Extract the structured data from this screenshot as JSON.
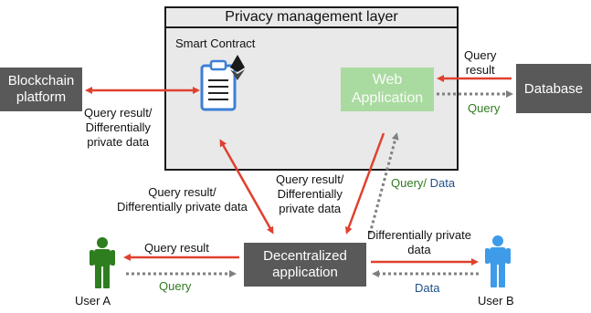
{
  "layer": {
    "title": "Privacy management layer",
    "smart_contract_label": "Smart Contract"
  },
  "nodes": {
    "web_application": "Web Application",
    "blockchain_platform_line1": "Blockchain",
    "blockchain_platform_line2": "platform",
    "database": "Database",
    "dapp_line1": "Decentralized",
    "dapp_line2": "application",
    "user_a": "User A",
    "user_b": "User B"
  },
  "labels": {
    "bc_sc_line1": "Query result/",
    "bc_sc_line2": "Differentially",
    "bc_sc_line3": "private data",
    "db_query_result_line1": "Query",
    "db_query_result_line2": "result",
    "db_query": "Query",
    "sc_dapp_line1": "Query result/",
    "sc_dapp_line2": "Differentially private data",
    "web_dapp_line1": "Query result/",
    "web_dapp_line2": "Differentially",
    "web_dapp_line3": "private data",
    "query_part": "Query",
    "slash": "/ ",
    "data_part": "Data",
    "user_a_query_result": "Query result",
    "user_a_query": "Query",
    "user_b_dp_line1": "Differentially private",
    "user_b_dp_line2": "data",
    "user_b_data": "Data"
  },
  "colors": {
    "arrow_red": "#e0402f",
    "arrow_dotted": "#808080",
    "user_a": "#2e7d1e",
    "user_b": "#3d9be9",
    "web_app": "#a9dba0",
    "dark_box": "#595959"
  },
  "icons": {
    "smart_contract": "clipboard-icon",
    "ethereum": "ethereum-icon",
    "user_a": "person-icon",
    "user_b": "person-icon"
  }
}
